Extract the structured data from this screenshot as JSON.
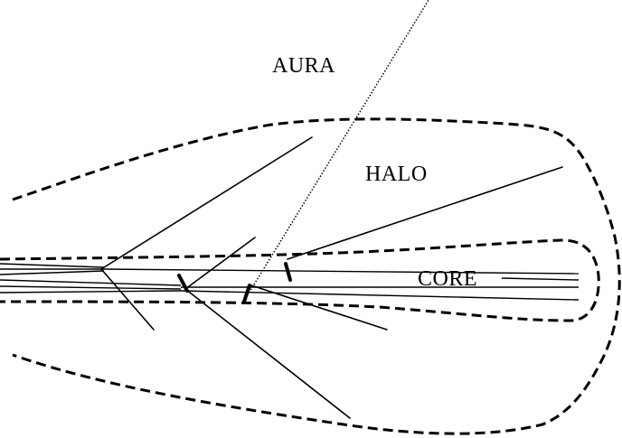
{
  "labels": {
    "aura": "AURA",
    "halo": "HALO",
    "core": "CORE"
  },
  "colors": {
    "ink": "#000000",
    "background": "#ffffff"
  }
}
